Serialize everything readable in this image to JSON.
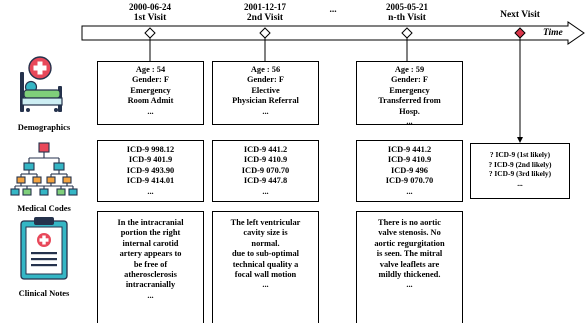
{
  "timeline": {
    "time_label": "Time",
    "ellipsis": "...",
    "visits": [
      {
        "date": "2000-06-24",
        "label": "1st Visit"
      },
      {
        "date": "2001-12-17",
        "label": "2nd Visit"
      },
      {
        "date": "2005-05-21",
        "label": "n-th Visit"
      }
    ],
    "next_visit": {
      "label": "Next Visit"
    }
  },
  "rows": {
    "demographics": "Demographics",
    "medical_codes": "Medical Codes",
    "clinical_notes": "Clinical Notes"
  },
  "demographics": [
    [
      "Age : 54",
      "Gender: F",
      "Emergency",
      "Room Admit",
      "..."
    ],
    [
      "Age : 56",
      "Gender: F",
      "Elective",
      "Physician Referral",
      "..."
    ],
    [
      "Age : 59",
      "Gender: F",
      "Emergency",
      "Transferred from",
      "Hosp.",
      "..."
    ]
  ],
  "medical_codes": [
    [
      "ICD-9 998.12",
      "ICD-9 401.9",
      "ICD-9 493.90",
      "ICD-9 414.01",
      "..."
    ],
    [
      "ICD-9 441.2",
      "ICD-9 410.9",
      "ICD-9 070.70",
      "ICD-9 447.8",
      "..."
    ],
    [
      "ICD-9 441.2",
      "ICD-9 410.9",
      "ICD-9 496",
      "ICD-9 070.70",
      "..."
    ]
  ],
  "clinical_notes": [
    [
      "In the intracranial",
      "portion the right",
      "internal carotid",
      "artery appears to",
      "be free of",
      "atherosclerosis",
      "intracranially",
      "..."
    ],
    [
      "The left ventricular",
      "cavity size is",
      "normal.",
      "due to sub-optimal",
      "technical quality a",
      "focal wall motion",
      "..."
    ],
    [
      "There is no aortic",
      "valve stenosis. No",
      "aortic regurgitation",
      "is seen. The mitral",
      "valve leaflets are",
      "mildly thickened.",
      "..."
    ]
  ],
  "prediction": [
    "? ICD-9 (1st likely)",
    "? ICD-9 (2nd likely)",
    "? ICD-9 (3rd likely)",
    "..."
  ],
  "colors": {
    "next_visit_marker": "#d9364a",
    "icon_red": "#e8485a",
    "icon_teal": "#35b6c5",
    "icon_orange": "#f4a340",
    "icon_green": "#7fcf7a",
    "icon_navy": "#25324c"
  }
}
